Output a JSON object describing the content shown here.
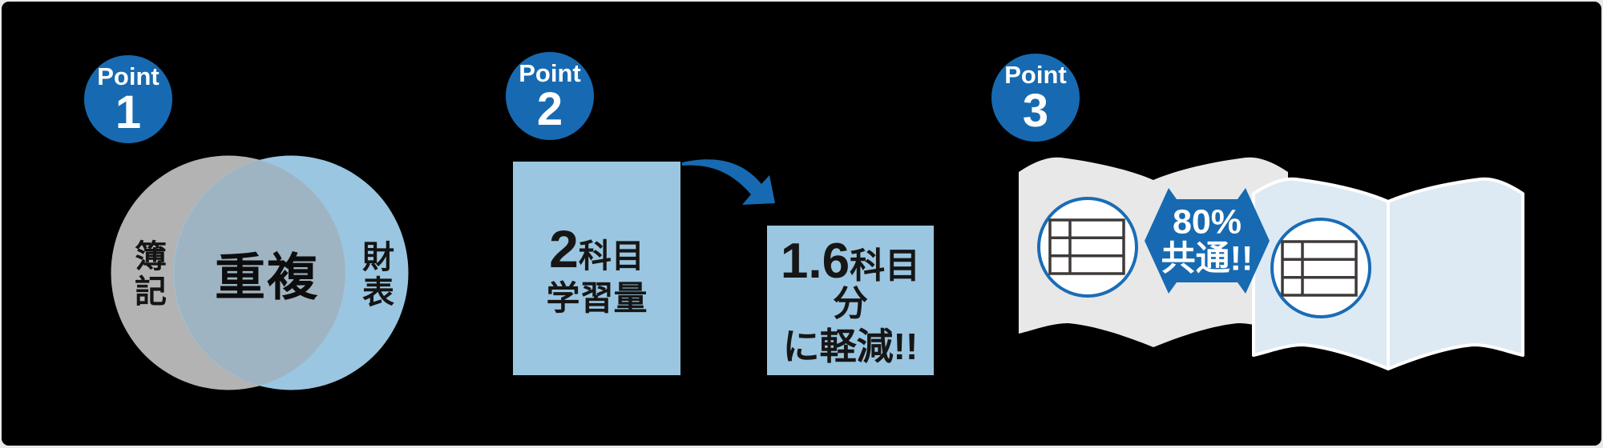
{
  "colors": {
    "frame_bg": "#e9e9e9",
    "canvas_bg": "#000000",
    "brand_blue": "#176ab1",
    "light_blue": "#9ac6e1",
    "venn_gray": "#b3b3b3",
    "venn_overlap": "#9fb4c2",
    "book_gray": "#e8e8e8",
    "book_blue": "#ddeaf4",
    "circle_stroke": "#1a6cb5",
    "table_line": "#3e3a39",
    "text_dark": "#161616",
    "text_white": "#ffffff"
  },
  "points": [
    {
      "badge_label": "Point",
      "badge_number": "1",
      "venn": {
        "left_label": "簿記",
        "overlap_label": "重複",
        "right_label": "財表"
      }
    },
    {
      "badge_label": "Point",
      "badge_number": "2",
      "before_box": {
        "num": "2",
        "unit": "科目",
        "line2": "学習量"
      },
      "after_box": {
        "num": "1.6",
        "unit": "科目分",
        "line2": "に軽減!!"
      }
    },
    {
      "badge_label": "Point",
      "badge_number": "3",
      "common_badge": {
        "line1": "80%",
        "line2": "共通!!"
      }
    }
  ]
}
